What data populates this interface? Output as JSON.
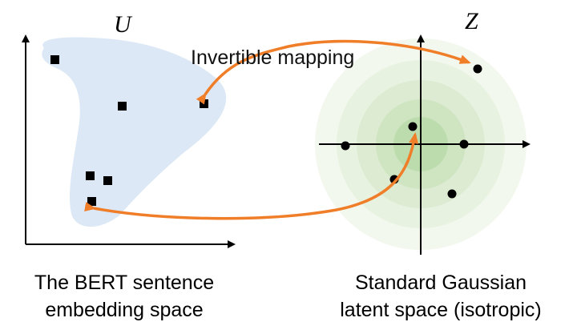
{
  "left_space": {
    "symbol": "U",
    "caption_line1": "The BERT sentence",
    "caption_line2": "embedding space"
  },
  "right_space": {
    "symbol": "Z",
    "caption_line1": "Standard Gaussian",
    "caption_line2": "latent space (isotropic)"
  },
  "mapping": {
    "label": "Invertible mapping"
  },
  "colors": {
    "embedding_region": "#dce8f5",
    "gaussian_outer": "#eef5ea",
    "gaussian_core": "#b5d8a5",
    "arrow": "#f07d28",
    "points": "#000000"
  }
}
